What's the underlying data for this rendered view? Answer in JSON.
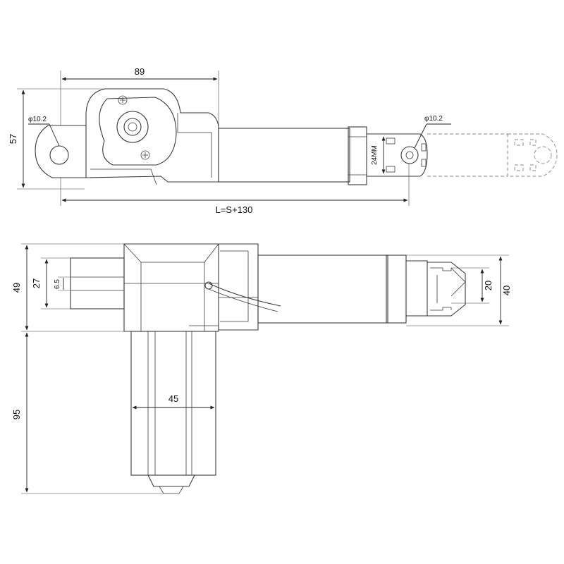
{
  "top_view": {
    "width_label": "89",
    "height_label": "57",
    "hole_left_label": "φ10.2",
    "hole_right_label": "φ10.2",
    "rod_label": "24MM",
    "length_label": "L=S+130"
  },
  "bottom_view": {
    "total_height_label": "49",
    "inner_height_label": "27",
    "slot_label": "6.5",
    "motor_length_label": "95",
    "motor_width_label": "45",
    "end_width_label": "20",
    "end_height_label": "40"
  }
}
